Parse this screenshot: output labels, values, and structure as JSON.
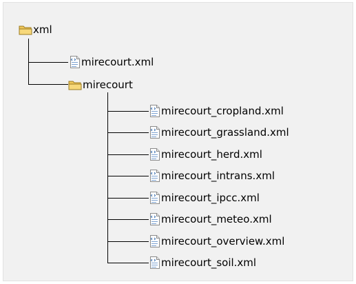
{
  "tree": {
    "root": {
      "label": "xml",
      "icon": "folder-icon"
    },
    "children": [
      {
        "label": "mirecourt.xml",
        "icon": "xml-file-icon"
      },
      {
        "label": "mirecourt",
        "icon": "folder-icon"
      }
    ],
    "subfolder_children": [
      {
        "label": "mirecourt_cropland.xml",
        "icon": "xml-file-icon"
      },
      {
        "label": "mirecourt_grassland.xml",
        "icon": "xml-file-icon"
      },
      {
        "label": "mirecourt_herd.xml",
        "icon": "xml-file-icon"
      },
      {
        "label": "mirecourt_intrans.xml",
        "icon": "xml-file-icon"
      },
      {
        "label": "mirecourt_ipcc.xml",
        "icon": "xml-file-icon"
      },
      {
        "label": "mirecourt_meteo.xml",
        "icon": "xml-file-icon"
      },
      {
        "label": "mirecourt_overview.xml",
        "icon": "xml-file-icon"
      },
      {
        "label": "mirecourt_soil.xml",
        "icon": "xml-file-icon"
      }
    ]
  },
  "colors": {
    "background": "#f1f1f1",
    "connector": "#000000",
    "folder": "#f0c75a"
  }
}
